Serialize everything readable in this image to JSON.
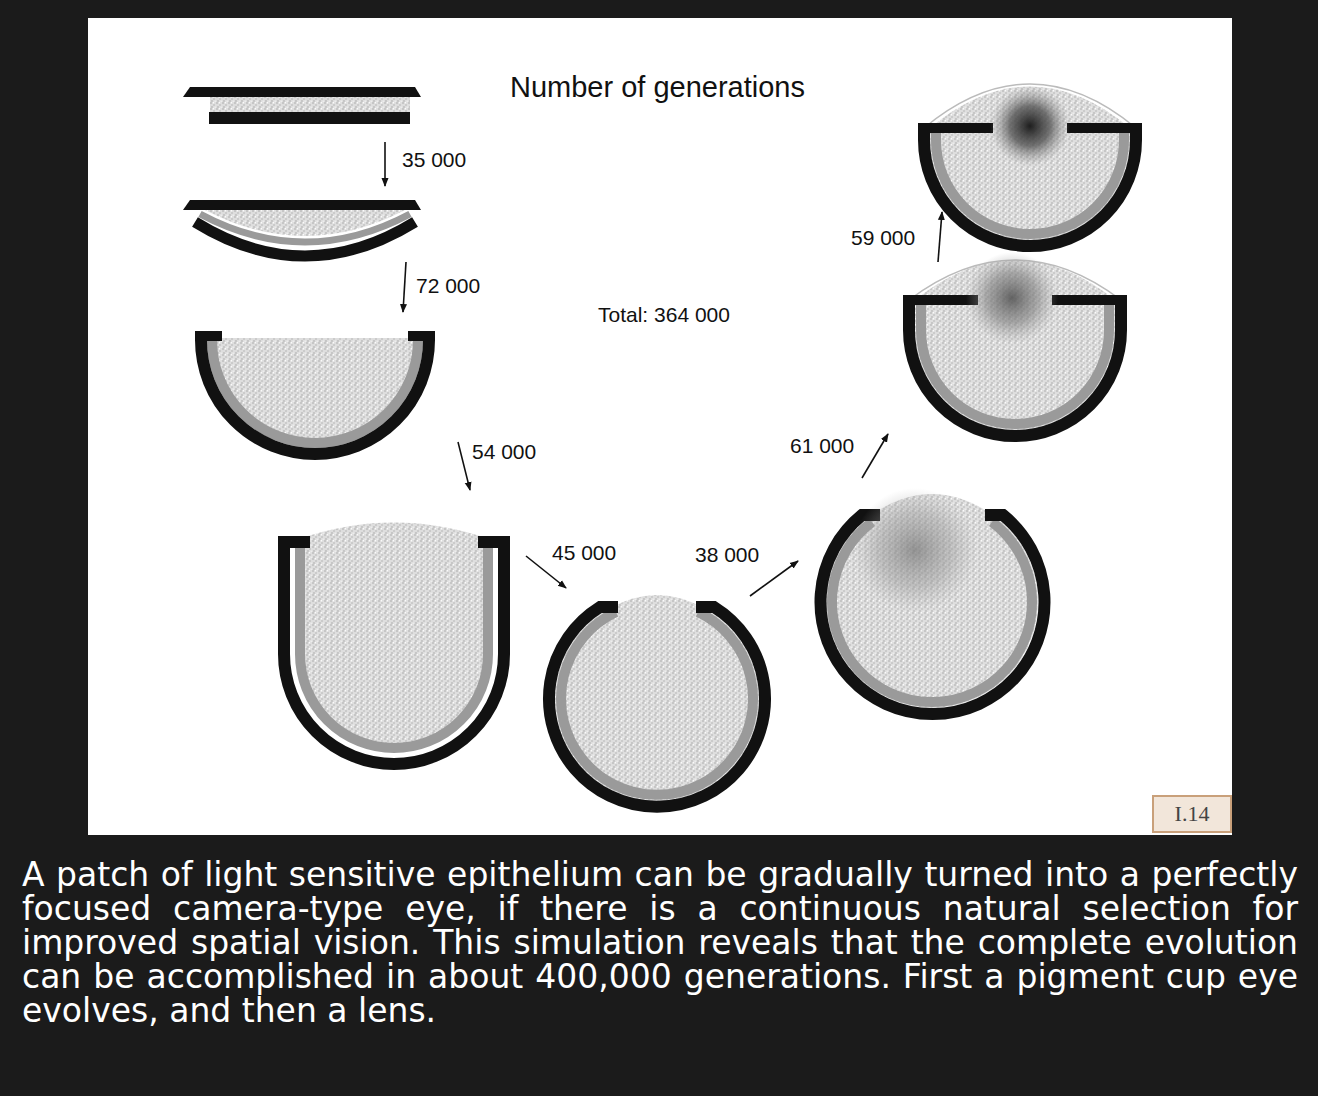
{
  "diagram": {
    "title": "Number of generations",
    "caption": "A patch of light sensitive epithelium can be gradually turned into a perfectly focused camera-type eye, if there is a continuous natural selection for improved spatial vision. This simulation reveals that the complete evolution can be accomplished in about 400,000 generations. First a pigment cup eye evolves, and then a lens.",
    "nodes": [
      {
        "text": [
          "I.14"
        ]
      }
    ],
    "labels": [
      "35 000",
      "72 000",
      "Total: 364 000",
      "54 000",
      "45 000",
      "38 000",
      "61 000",
      "59 000"
    ]
  }
}
